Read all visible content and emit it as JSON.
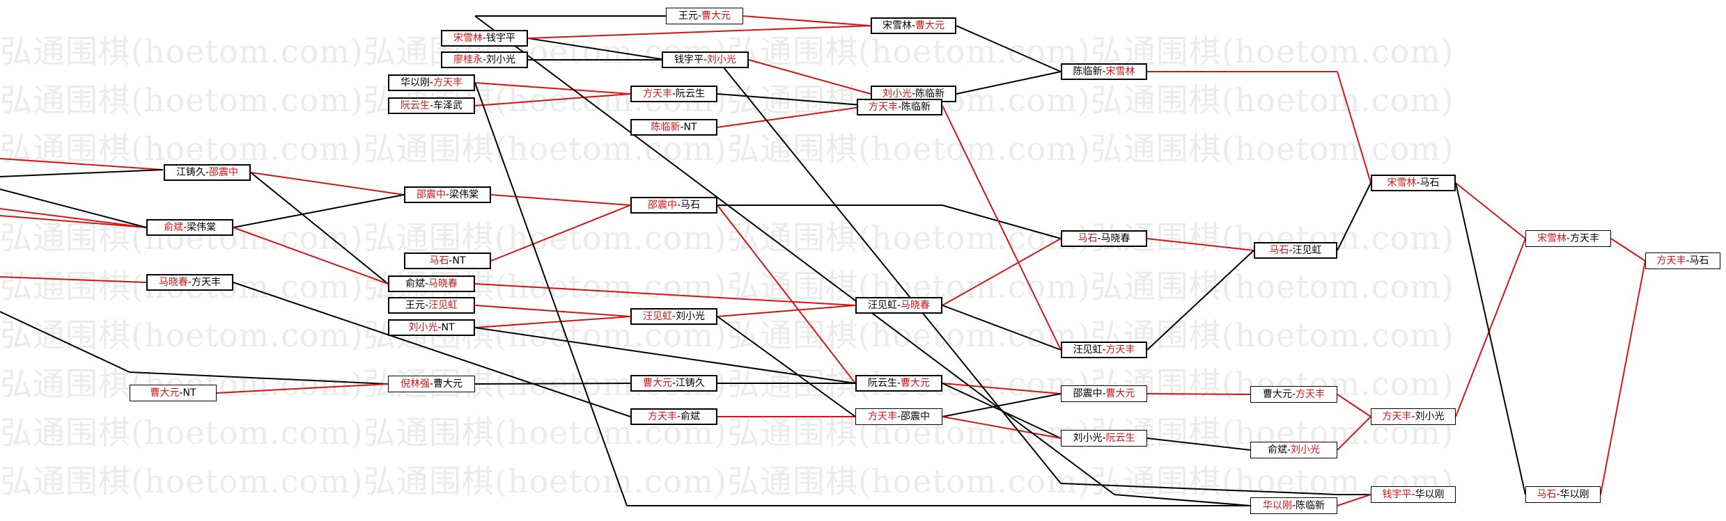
{
  "watermark": "弘通围棋(hoetom.com)弘通围棋(hoetom.com)弘通围棋(hoetom.com)弘通围棋(hoetom.com)",
  "colors": {
    "winner": "#d41414",
    "loser": "#000000",
    "red_edge": "#d41414",
    "black_edge": "#000000"
  },
  "nodes": [
    {
      "id": "n1",
      "a": "王元",
      "sep": "-",
      "b": "曹大元",
      "win": "b"
    },
    {
      "id": "n2",
      "a": "宋雪林",
      "sep": "-",
      "b": "钱宇平",
      "win": "a"
    },
    {
      "id": "n3",
      "a": "廖桂永",
      "sep": "-",
      "b": "刘小光",
      "win": "a"
    },
    {
      "id": "n4",
      "a": "华以刚",
      "sep": "-",
      "b": "方天丰",
      "win": "b"
    },
    {
      "id": "n5",
      "a": "阮云生",
      "sep": "-",
      "b": "车泽武",
      "win": "a"
    },
    {
      "id": "n6",
      "a": "宋雪林",
      "sep": "-",
      "b": "曹大元",
      "win": "b"
    },
    {
      "id": "n7",
      "a": "钱宇平",
      "sep": "-",
      "b": "刘小光",
      "win": "b"
    },
    {
      "id": "n8",
      "a": "方天丰",
      "sep": "-",
      "b": "阮云生",
      "win": "a"
    },
    {
      "id": "n9",
      "a": "陈临新",
      "sep": "-",
      "b": "NT",
      "win": "a"
    },
    {
      "id": "n10",
      "a": "刘小光",
      "sep": "-",
      "b": "陈临新",
      "win": "a"
    },
    {
      "id": "n11",
      "a": "方天丰",
      "sep": "-",
      "b": "陈临新",
      "win": "a"
    },
    {
      "id": "n12",
      "a": "陈临新",
      "sep": "-",
      "b": "宋雪林",
      "win": "b"
    },
    {
      "id": "n13",
      "a": "江铸久",
      "sep": "-",
      "b": "邵震中",
      "win": "b"
    },
    {
      "id": "n14",
      "a": "邵震中",
      "sep": "-",
      "b": "梁伟棠",
      "win": "a"
    },
    {
      "id": "n15",
      "a": "俞斌",
      "sep": "-",
      "b": "梁伟棠",
      "win": "a"
    },
    {
      "id": "n16",
      "a": "邵震中",
      "sep": "-",
      "b": "马石",
      "win": "a"
    },
    {
      "id": "n17",
      "a": "马石",
      "sep": "-",
      "b": "NT",
      "win": "a"
    },
    {
      "id": "n18",
      "a": "马晓春",
      "sep": "-",
      "b": "方天丰",
      "win": "a"
    },
    {
      "id": "n19",
      "a": "俞斌",
      "sep": "-",
      "b": "马晓春",
      "win": "b"
    },
    {
      "id": "n20",
      "a": "王元",
      "sep": "-",
      "b": "汪见虹",
      "win": "b"
    },
    {
      "id": "n21",
      "a": "刘小光",
      "sep": "-",
      "b": "NT",
      "win": "a"
    },
    {
      "id": "n22",
      "a": "汪见虹",
      "sep": "-",
      "b": "刘小光",
      "win": "a"
    },
    {
      "id": "n23",
      "a": "汪见虹",
      "sep": "-",
      "b": "马晓春",
      "win": "b"
    },
    {
      "id": "n24",
      "a": "马石",
      "sep": "-",
      "b": "马晓春",
      "win": "a"
    },
    {
      "id": "n25",
      "a": "马石",
      "sep": "-",
      "b": "汪见虹",
      "win": "a"
    },
    {
      "id": "n26",
      "a": "汪见虹",
      "sep": "-",
      "b": "方天丰",
      "win": "b"
    },
    {
      "id": "n27",
      "a": "宋雪林",
      "sep": "-",
      "b": "马石",
      "win": "a"
    },
    {
      "id": "n28",
      "a": "宋雪林",
      "sep": "-",
      "b": "方天丰",
      "win": "a"
    },
    {
      "id": "n29",
      "a": "方天丰",
      "sep": "-",
      "b": "马石",
      "win": "a"
    },
    {
      "id": "n30",
      "a": "曹大元",
      "sep": "-",
      "b": "NT",
      "win": "a"
    },
    {
      "id": "n31",
      "a": "倪林强",
      "sep": "-",
      "b": "曹大元",
      "win": "a"
    },
    {
      "id": "n32",
      "a": "曹大元",
      "sep": "-",
      "b": "江铸久",
      "win": "a"
    },
    {
      "id": "n33",
      "a": "方天丰",
      "sep": "-",
      "b": "俞斌",
      "win": "a"
    },
    {
      "id": "n34",
      "a": "阮云生",
      "sep": "-",
      "b": "曹大元",
      "win": "b"
    },
    {
      "id": "n35",
      "a": "方天丰",
      "sep": "-",
      "b": "邵震中",
      "win": "a"
    },
    {
      "id": "n36",
      "a": "邵震中",
      "sep": "-",
      "b": "曹大元",
      "win": "b"
    },
    {
      "id": "n37",
      "a": "刘小光",
      "sep": "-",
      "b": "阮云生",
      "win": "b"
    },
    {
      "id": "n38",
      "a": "曹大元",
      "sep": "-",
      "b": "方天丰",
      "win": "b"
    },
    {
      "id": "n39",
      "a": "俞斌",
      "sep": "-",
      "b": "刘小光",
      "win": "b"
    },
    {
      "id": "n40",
      "a": "方天丰",
      "sep": "-",
      "b": "刘小光",
      "win": "a"
    },
    {
      "id": "n41",
      "a": "华以刚",
      "sep": "-",
      "b": "陈临新",
      "win": "a"
    },
    {
      "id": "n42",
      "a": "钱宇平",
      "sep": "-",
      "b": "华以刚",
      "win": "a"
    },
    {
      "id": "n43",
      "a": "马石",
      "sep": "-",
      "b": "华以刚",
      "win": "a"
    }
  ]
}
